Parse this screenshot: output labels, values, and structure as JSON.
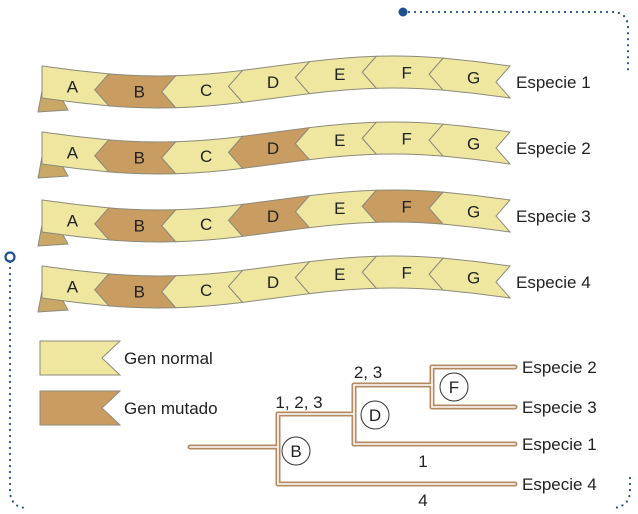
{
  "colors": {
    "normal": "#efe7a0",
    "mutated": "#c99d62",
    "stroke": "#8c8a7a",
    "tree": "#b58a60",
    "border_dots": "#1f4f8f"
  },
  "strips": [
    {
      "species": "Especie 1",
      "genes": [
        {
          "label": "A",
          "mutated": false
        },
        {
          "label": "B",
          "mutated": true
        },
        {
          "label": "C",
          "mutated": false
        },
        {
          "label": "D",
          "mutated": false
        },
        {
          "label": "E",
          "mutated": false
        },
        {
          "label": "F",
          "mutated": false
        },
        {
          "label": "G",
          "mutated": false
        }
      ]
    },
    {
      "species": "Especie 2",
      "genes": [
        {
          "label": "A",
          "mutated": false
        },
        {
          "label": "B",
          "mutated": true
        },
        {
          "label": "C",
          "mutated": false
        },
        {
          "label": "D",
          "mutated": true
        },
        {
          "label": "E",
          "mutated": false
        },
        {
          "label": "F",
          "mutated": false
        },
        {
          "label": "G",
          "mutated": false
        }
      ]
    },
    {
      "species": "Especie 3",
      "genes": [
        {
          "label": "A",
          "mutated": false
        },
        {
          "label": "B",
          "mutated": true
        },
        {
          "label": "C",
          "mutated": false
        },
        {
          "label": "D",
          "mutated": true
        },
        {
          "label": "E",
          "mutated": false
        },
        {
          "label": "F",
          "mutated": true
        },
        {
          "label": "G",
          "mutated": false
        }
      ]
    },
    {
      "species": "Especie 4",
      "genes": [
        {
          "label": "A",
          "mutated": false
        },
        {
          "label": "B",
          "mutated": true
        },
        {
          "label": "C",
          "mutated": false
        },
        {
          "label": "D",
          "mutated": false
        },
        {
          "label": "E",
          "mutated": false
        },
        {
          "label": "F",
          "mutated": false
        },
        {
          "label": "G",
          "mutated": false
        }
      ]
    }
  ],
  "legend": {
    "normal_label": "Gen normal",
    "mutated_label": "Gen mutado"
  },
  "tree": {
    "node_b": "B",
    "node_d": "D",
    "node_f": "F",
    "label_123": "1, 2, 3",
    "label_23": "2, 3",
    "label_1": "1",
    "label_4": "4",
    "leaf_2": "Especie 2",
    "leaf_3": "Especie 3",
    "leaf_1": "Especie 1",
    "leaf_4": "Especie 4"
  }
}
